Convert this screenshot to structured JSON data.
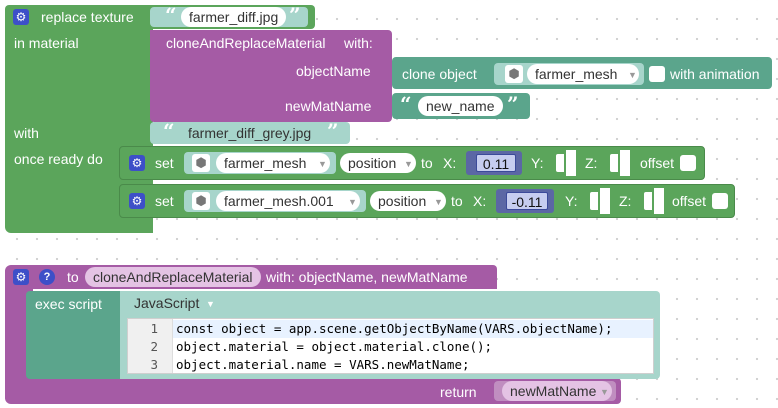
{
  "block1": {
    "replace_texture_label": "replace texture",
    "texture_name": "farmer_diff.jpg",
    "in_material_label": "in material",
    "clone_call_label": "cloneAndReplaceMaterial",
    "with_label": "with:",
    "objectName_label": "objectName",
    "clone_object_label": "clone object",
    "clone_object_value": "farmer_mesh",
    "with_animation_label": "with animation",
    "newMatName_label": "newMatName",
    "new_name_value": "new_name",
    "with2_label": "with",
    "grey_texture_name": "farmer_diff_grey.jpg",
    "once_ready_label": "once ready do"
  },
  "set_rows": [
    {
      "set_label": "set",
      "object": "farmer_mesh",
      "property": "position",
      "to_label": "to",
      "x_label": "X:",
      "x_value": "0.11",
      "y_label": "Y:",
      "z_label": "Z:",
      "offset_label": "offset"
    },
    {
      "set_label": "set",
      "object": "farmer_mesh.001",
      "property": "position",
      "to_label": "to",
      "x_label": "X:",
      "x_value": "-0.11",
      "y_label": "Y:",
      "z_label": "Z:",
      "offset_label": "offset"
    }
  ],
  "block2": {
    "to_label": "to",
    "function_name": "cloneAndReplaceMaterial",
    "with_params": "with: objectName, newMatName",
    "exec_script_label": "exec script",
    "language": "JavaScript",
    "code_lines": [
      {
        "num": "1",
        "text": "const object = app.scene.getObjectByName(VARS.objectName);"
      },
      {
        "num": "2",
        "text": "object.material = object.material.clone();"
      },
      {
        "num": "3",
        "text": "object.material.name = VARS.newMatName;"
      }
    ],
    "return_label": "return",
    "return_value": "newMatName"
  },
  "icons": {
    "gear": "⚙",
    "question": "?",
    "cube": "⬢",
    "caret": "▼",
    "open_quote": "“",
    "close_quote": "”"
  },
  "colors": {
    "texture_block": "#5ba55b",
    "object_block": "#5ba58c",
    "procedure_block": "#a55ba5",
    "math_block": "#5b67a5"
  }
}
